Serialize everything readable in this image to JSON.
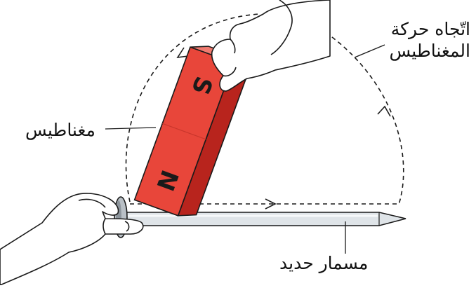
{
  "labels": {
    "direction_line1": "اتّجاه حركة",
    "direction_line2": "المغناطيس",
    "magnet": "مغناطيس",
    "nail": "مسمار حديد"
  },
  "magnet": {
    "pole_top": "S",
    "pole_bottom": "N",
    "color": "#e8463a"
  },
  "colors": {
    "nail": "#dfe4e8",
    "skin": "#ffffff",
    "outline": "#1a1a1a"
  }
}
